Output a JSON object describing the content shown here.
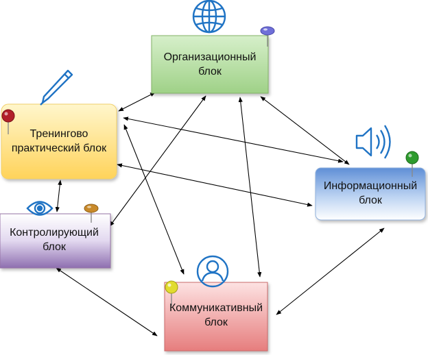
{
  "diagram": {
    "nodes": {
      "org": {
        "label": "Организационный\nблок",
        "color": "#b6e0a3",
        "icon": "globe-icon",
        "pin": "#6f6fd8"
      },
      "trn": {
        "label": "Тренингово\nпрактический блок",
        "color": "#ffe68a",
        "icon": "pen-icon",
        "pin": "#b2202a"
      },
      "inf": {
        "label": "Информационный\nблок",
        "color": "#bcd3f2",
        "icon": "speaker-icon",
        "pin": "#2e9b2e"
      },
      "ctl": {
        "label": "Контролирующий\nблок",
        "color": "#cfc0e2",
        "icon": "eye-icon",
        "pin": "#c98a2a"
      },
      "com": {
        "label": "Коммуникативный\nблок",
        "color": "#f2a3a3",
        "icon": "user-icon",
        "pin": "#e1db2f"
      }
    },
    "connections": [
      [
        "org",
        "trn"
      ],
      [
        "org",
        "inf"
      ],
      [
        "org",
        "ctl"
      ],
      [
        "org",
        "com"
      ],
      [
        "trn",
        "inf"
      ],
      [
        "trn",
        "com"
      ],
      [
        "trn",
        "ctl"
      ],
      [
        "trn",
        "inf"
      ],
      [
        "ctl",
        "com"
      ],
      [
        "com",
        "inf"
      ]
    ],
    "icon_color": "#1f73c4"
  }
}
